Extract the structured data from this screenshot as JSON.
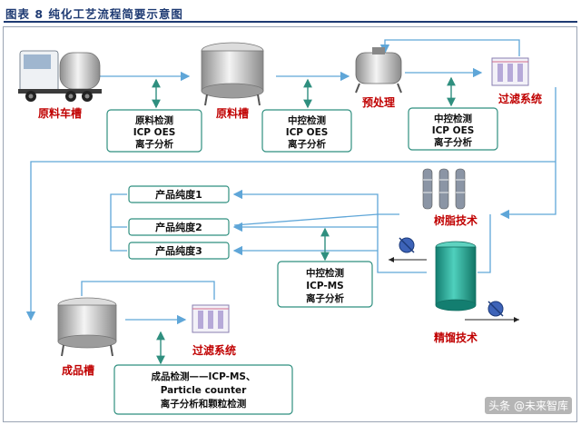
{
  "figure_title": "图表 8   纯化工艺流程简要示意图",
  "watermark": "头条 @未来智库",
  "nodes": {
    "raw_tank_truck": "原料车槽",
    "raw_tank": "原料槽",
    "pretreatment": "预处理",
    "filter_system_1": "过滤系统",
    "resin_tech": "树脂技术",
    "distillation_tech": "精馏技术",
    "product_tank": "成品槽",
    "filter_system_2": "过滤系统"
  },
  "boxes": {
    "raw_inspection": [
      "原料检测",
      "ICP OES",
      "离子分析"
    ],
    "mid_control_1": [
      "中控检测",
      "ICP OES",
      "离子分析"
    ],
    "mid_control_2": [
      "中控检测",
      "ICP OES",
      "离子分析"
    ],
    "mid_control_3": [
      "中控检测",
      "ICP-MS",
      "离子分析"
    ],
    "product_inspection": [
      "成品检测——ICP-MS、",
      "Particle counter",
      "离子分析和颗粒检测"
    ]
  },
  "purity": [
    "产品纯度1",
    "产品纯度2",
    "产品纯度3"
  ],
  "colors": {
    "title": "#1f3b73",
    "label_red": "#c00000",
    "box_border": "#2f8f7f",
    "flow_line": "#5fa6d8",
    "resin_column": "#8b95a5",
    "distill_column": "#1f9e8c"
  }
}
